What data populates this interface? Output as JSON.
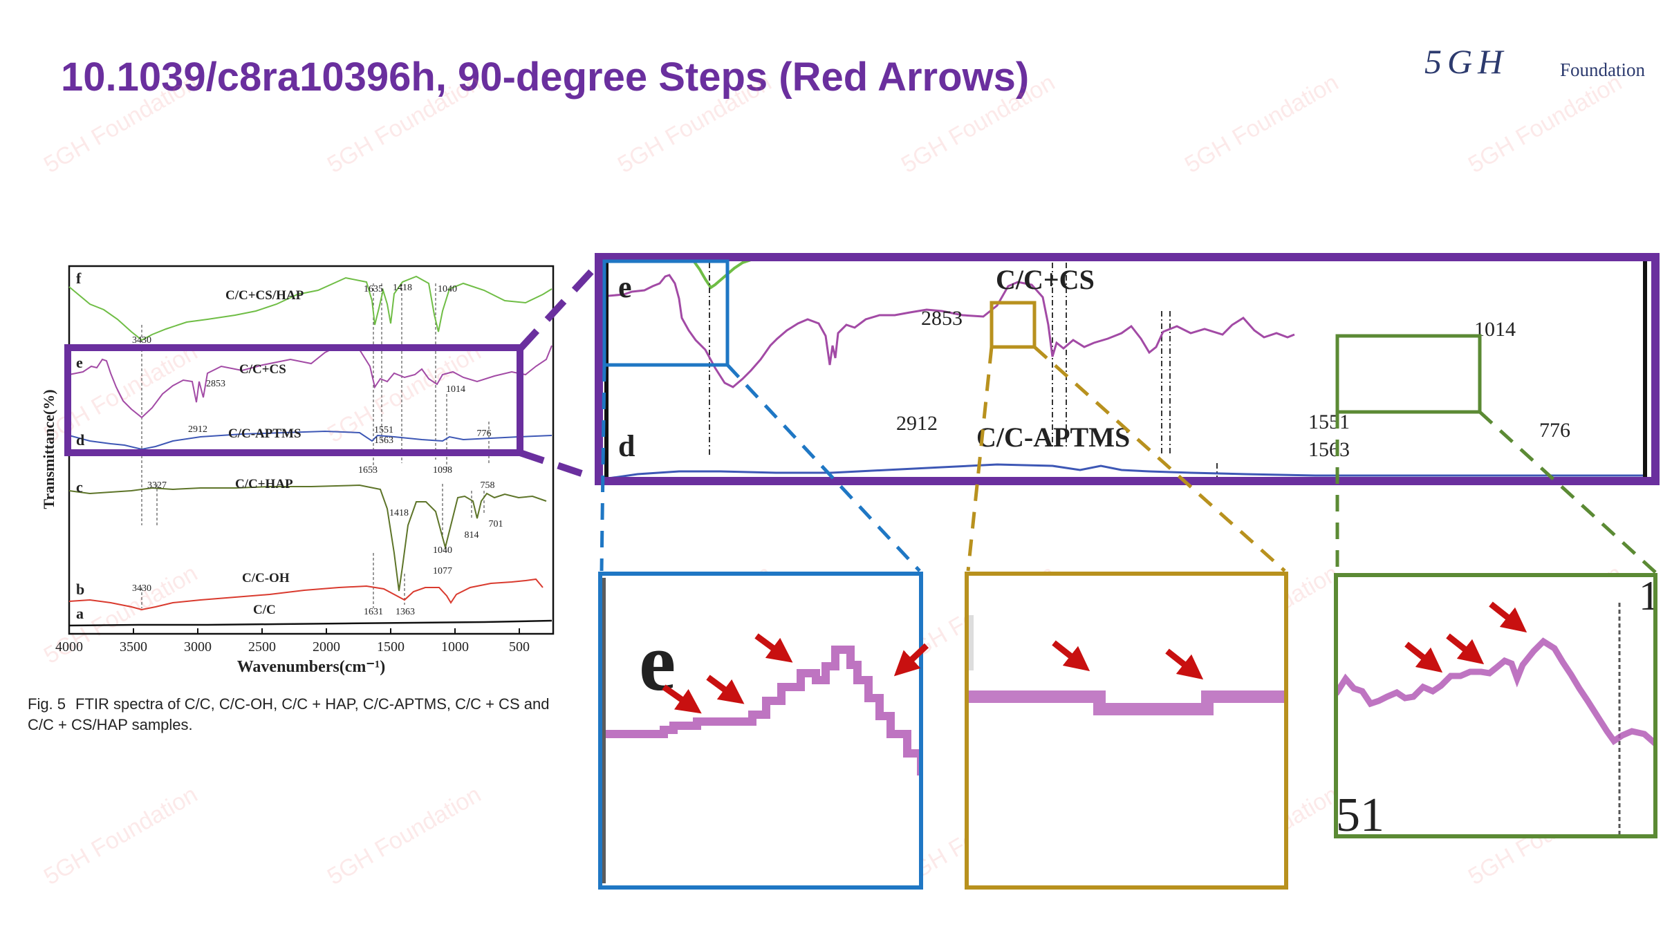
{
  "slide": {
    "title": "10.1039/c8ra10396h, 90-degree Steps (Red Arrows)",
    "logo_mark": "5GH",
    "logo_text": "Foundation",
    "watermark": "5GH Foundation"
  },
  "figure": {
    "y_axis_label": "Transmittance(%)",
    "x_axis_label": "Wavenumbers(cm⁻¹)",
    "x_ticks": [
      "4000",
      "3500",
      "3000",
      "2500",
      "2000",
      "1500",
      "1000",
      "500"
    ],
    "traces": [
      {
        "letter": "f",
        "label": "C/C+CS/HAP",
        "color": "#6fbd45",
        "peaks": [
          "3430",
          "1635",
          "1418",
          "1040"
        ]
      },
      {
        "letter": "e",
        "label": "C/C+CS",
        "color": "#a24aa5",
        "peaks": [
          "2853",
          "2912",
          "1551",
          "1563",
          "1014",
          "776"
        ]
      },
      {
        "letter": "d",
        "label": "C/C-APTMS",
        "color": "#3d57b5",
        "peaks": [
          "1653",
          "1098"
        ]
      },
      {
        "letter": "c",
        "label": "C/C+HAP",
        "color": "#5d7428",
        "peaks": [
          "3327",
          "1418",
          "1040",
          "814",
          "758",
          "701"
        ]
      },
      {
        "letter": "b",
        "label": "C/C-OH",
        "color": "#d93a2e",
        "peaks": [
          "3430",
          "1631",
          "1363",
          "1077"
        ]
      },
      {
        "letter": "a",
        "label": "C/C",
        "color": "#111111",
        "peaks": []
      }
    ],
    "caption_number": "Fig. 5",
    "caption_text": "FTIR spectra of C/C, C/C-OH, C/C + HAP, C/C-APTMS, C/C + CS and C/C + CS/HAP samples."
  },
  "zoom_main": {
    "letter_e": "e",
    "letter_d": "d",
    "label_e": "C/C+CS",
    "label_d": "C/C-APTMS",
    "peak_2853": "2853",
    "peak_2912": "2912",
    "peak_1014": "1014",
    "peak_1551": "1551",
    "peak_1563": "1563",
    "peak_776": "776"
  },
  "zoom_blue": {
    "letter": "e"
  },
  "zoom_green": {
    "fragment_bottom": "51",
    "fragment_top": "1"
  },
  "colors": {
    "purple": "#6a2f9e",
    "blue": "#1f77c4",
    "gold": "#b8911e",
    "green": "#5b8a34",
    "arrow_red": "#c81010",
    "trace_e": "#a24aa5"
  }
}
